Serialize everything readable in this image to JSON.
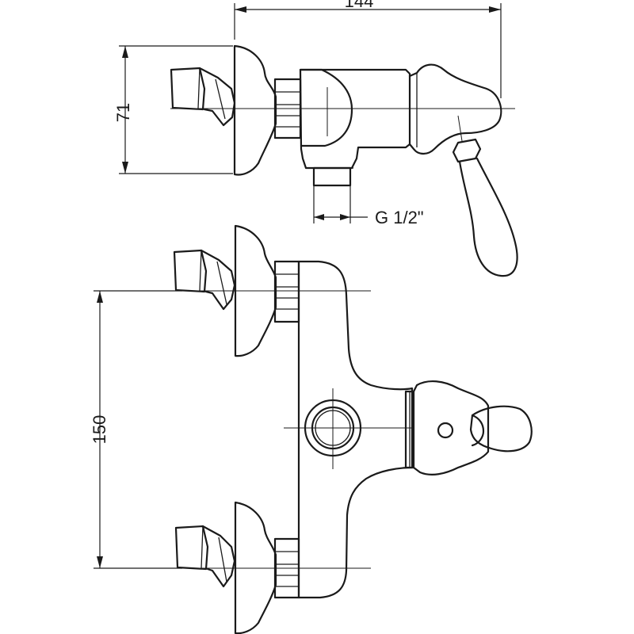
{
  "dimensions": {
    "width_label": "144",
    "height_label": "71",
    "spacing_label": "150",
    "thread_label": "G 1/2\""
  }
}
